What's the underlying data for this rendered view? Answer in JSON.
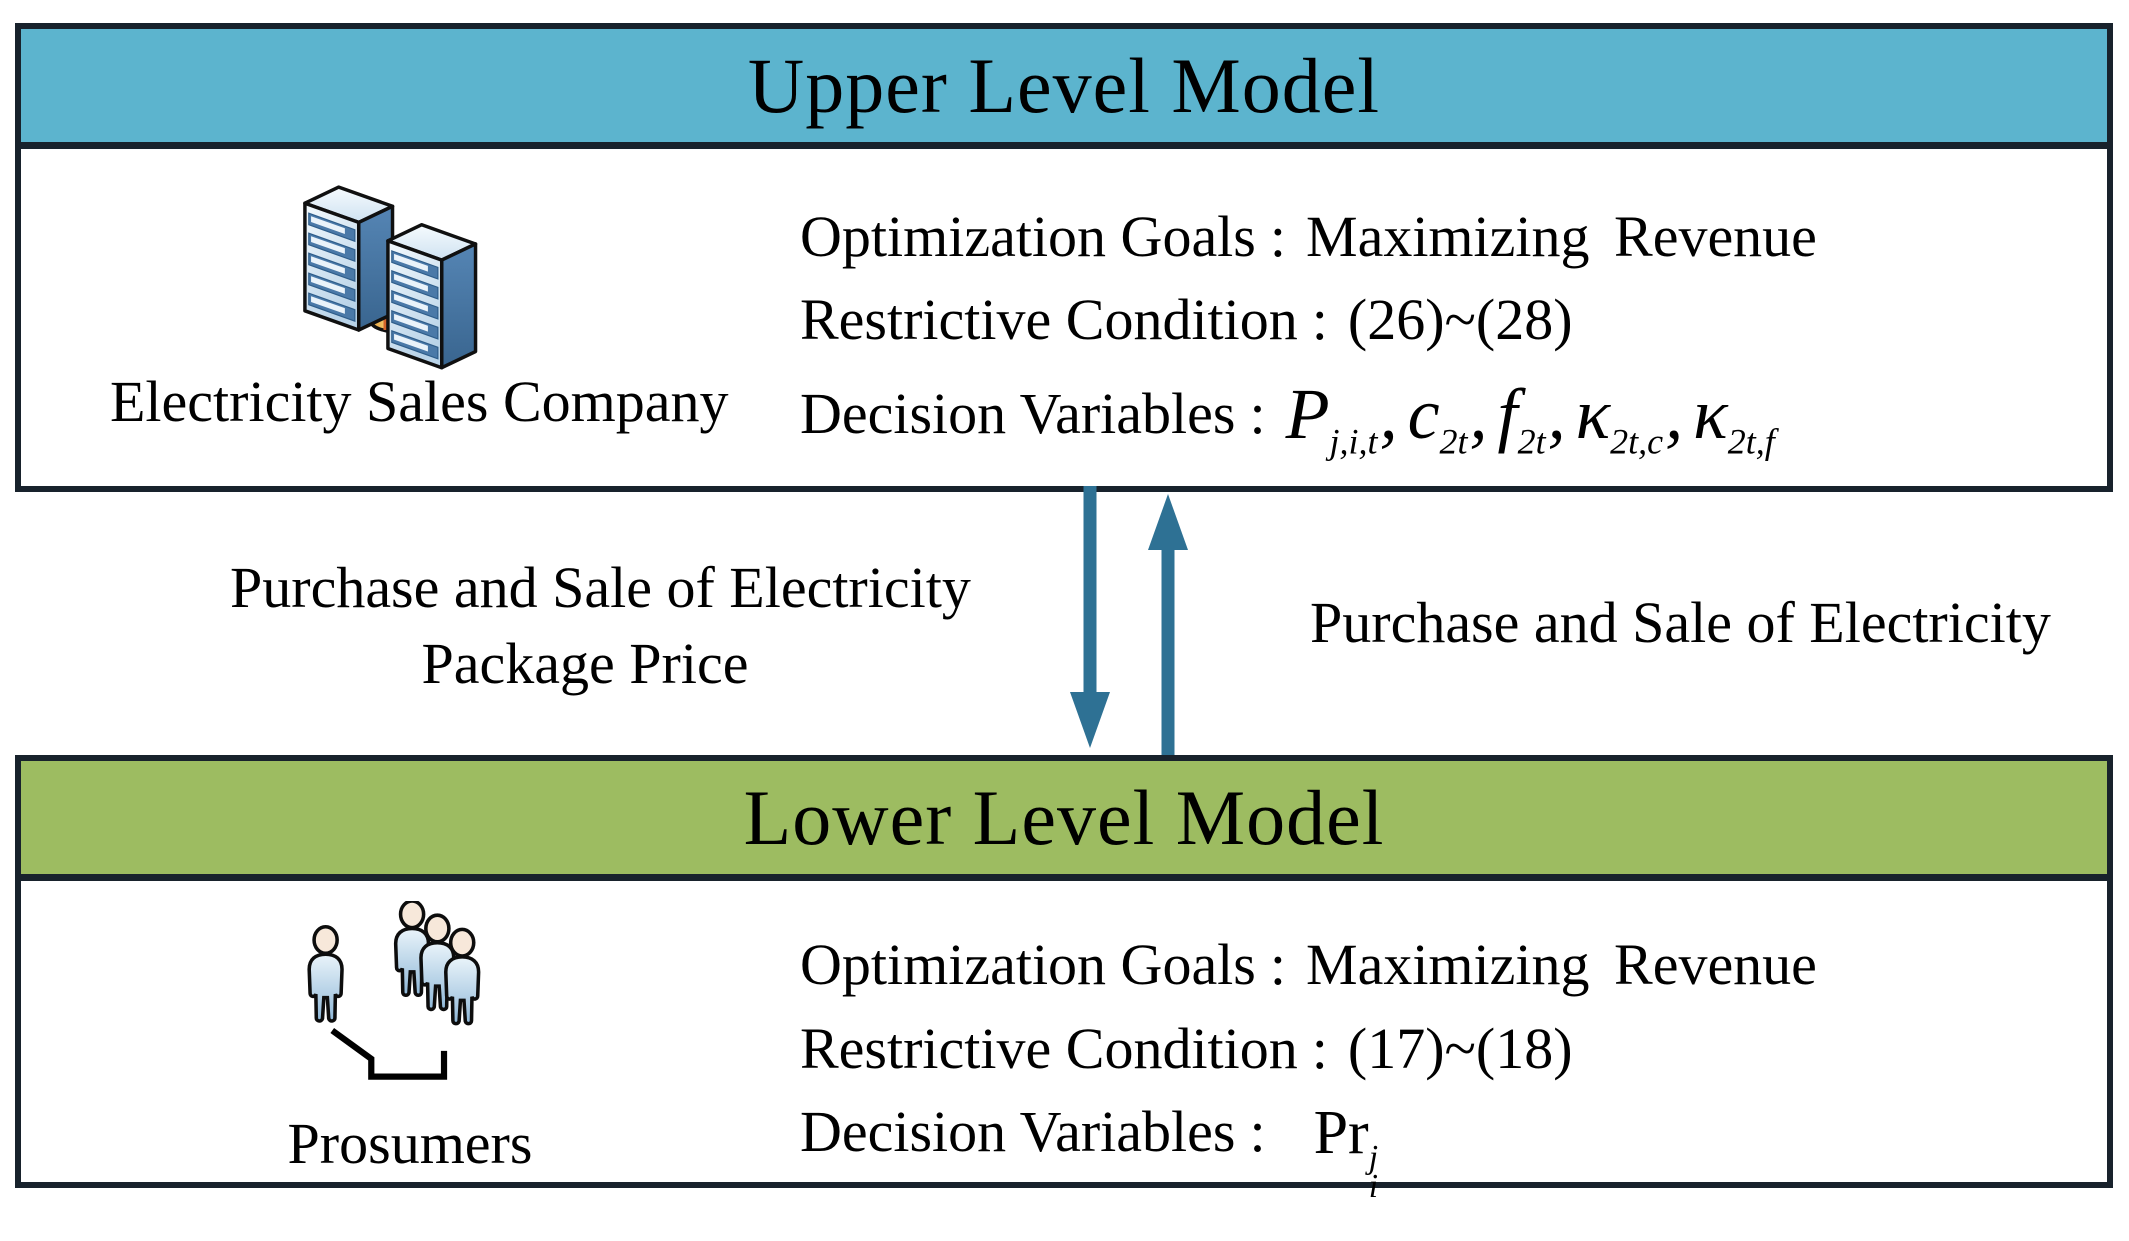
{
  "figure": {
    "upper_box": {
      "title": "Upper Level Model",
      "entity": "Electricity Sales Company",
      "goals_label": "Optimization Goals",
      "goals_value": "Maximizing Revenue",
      "condition_label": "Restrictive Condition",
      "condition_value": "(26)~(28)",
      "decision_label": "Decision Variables",
      "colon": ":",
      "formula": {
        "p": "P",
        "p_sub": "j,i,t",
        "c": "c",
        "c_sub": "2t",
        "f": "f",
        "f_sub": "2t",
        "kappa1": "κ",
        "kappa1_sub": "2t,c",
        "kappa2": "κ",
        "kappa2_sub": "2t,f",
        "separator": ","
      }
    },
    "flows": {
      "down_label_line1": "Purchase and Sale of Electricity",
      "down_label_line2": "Package Price",
      "up_label": "Purchase and Sale of Electricity"
    },
    "lower_box": {
      "title": "Lower Level Model",
      "entity": "Prosumers",
      "goals_label": "Optimization Goals",
      "goals_value": "Maximizing Revenue",
      "condition_label": "Restrictive Condition",
      "condition_value": "(17)~(18)",
      "decision_label": "Decision Variables",
      "colon": ":",
      "formula": {
        "base": "Pr",
        "sup": "j",
        "sub": "i"
      }
    },
    "colors": {
      "upper_header_bg": "#5cb4ce",
      "lower_header_bg": "#9dbc61",
      "arrow": "#2e7194",
      "border": "#18222c",
      "text": "#000000"
    },
    "icons": {
      "upper": "server-towers-icon",
      "lower": "prosumers-people-icon"
    }
  }
}
